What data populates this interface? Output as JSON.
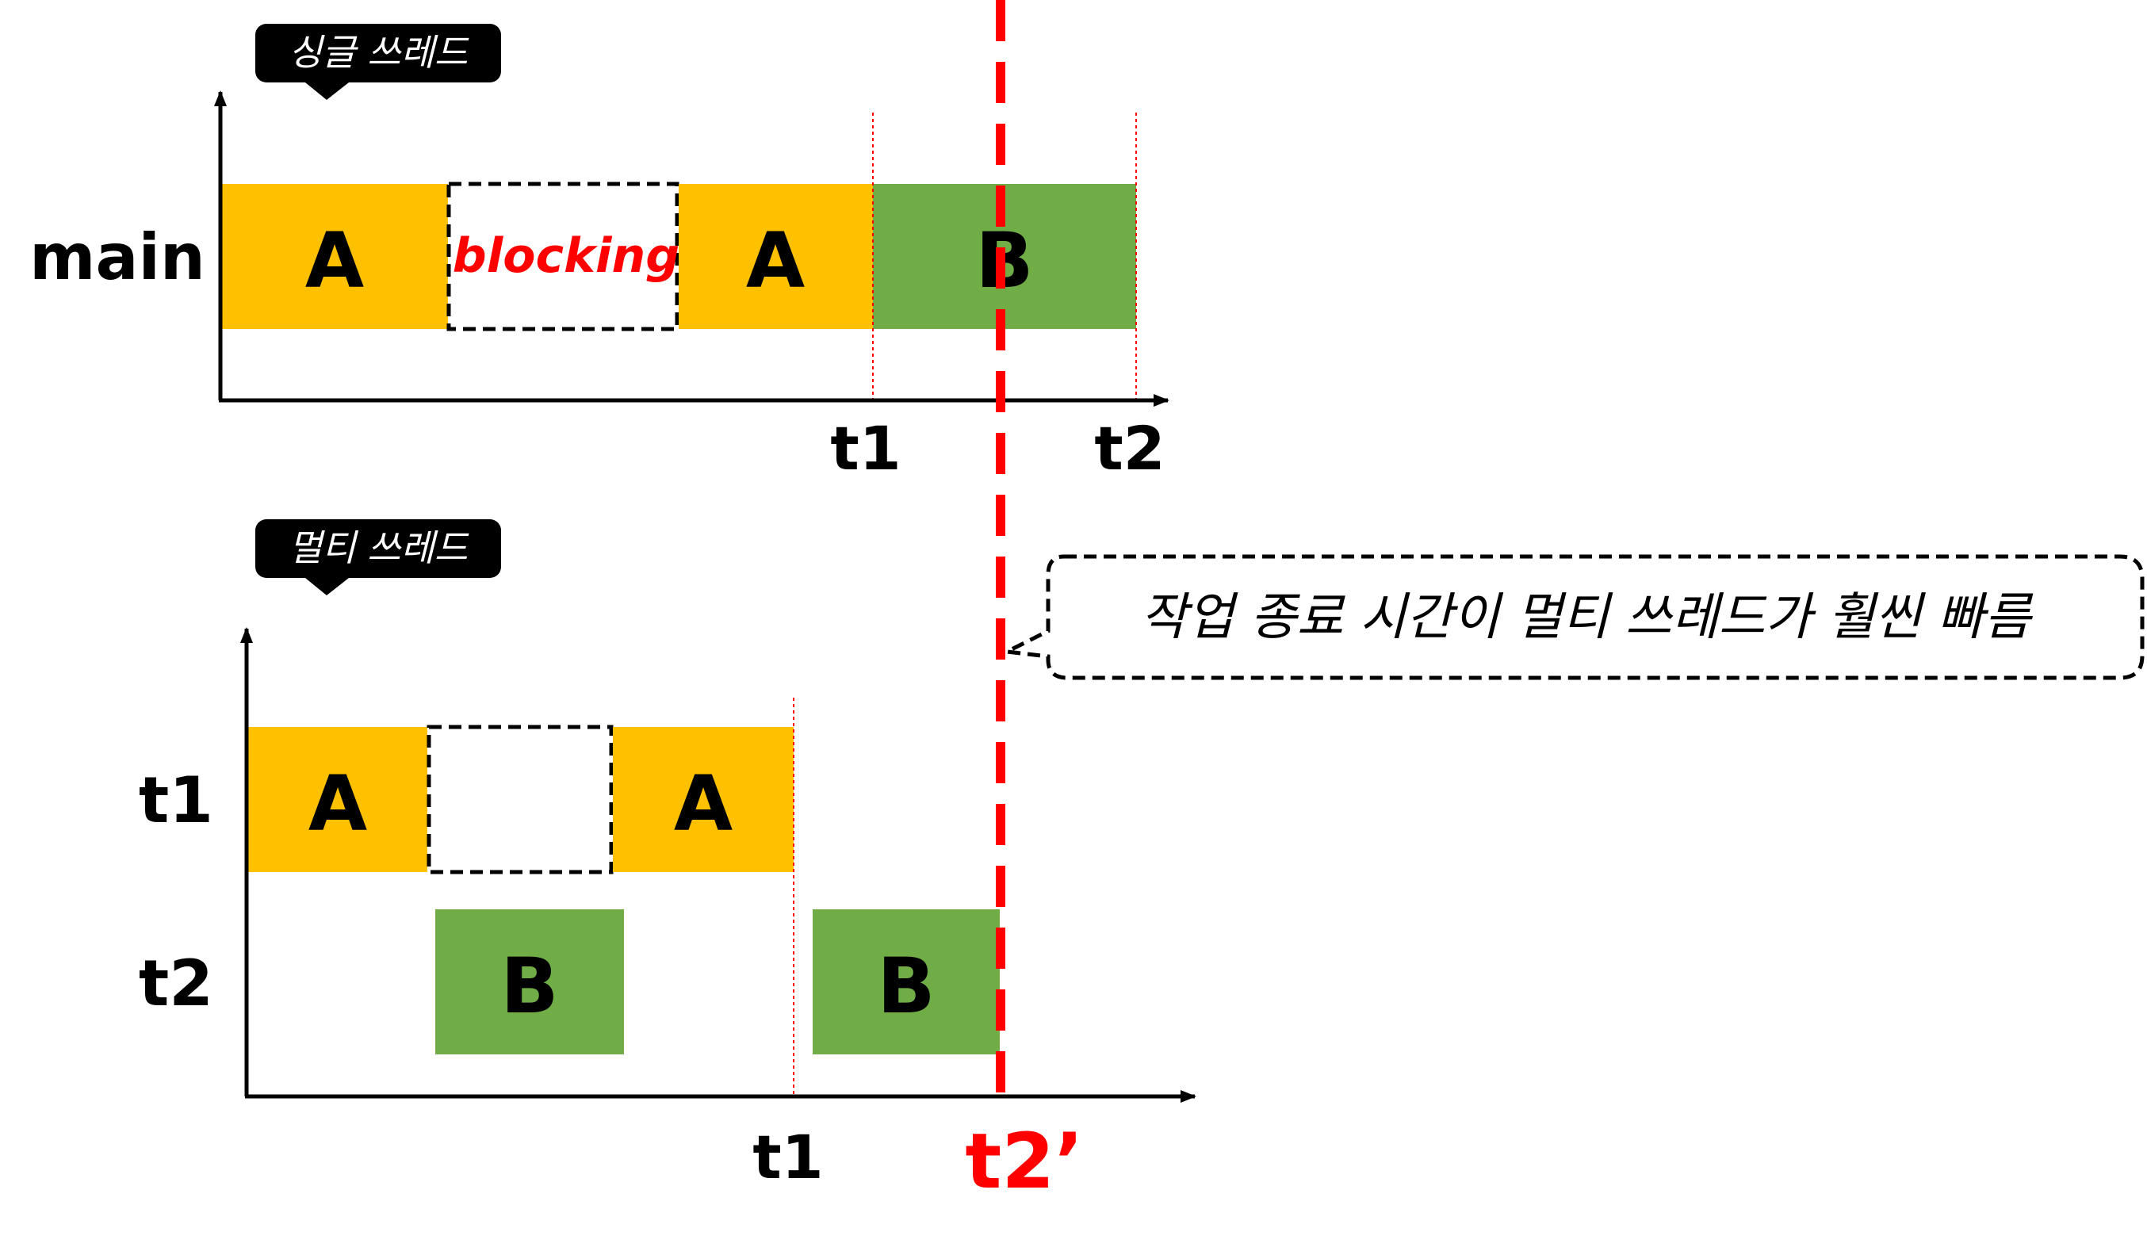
{
  "colors": {
    "task_a": "#FFC000",
    "task_b": "#70AD47",
    "highlight": "#FF0000",
    "axis": "#000000",
    "tag_bg": "#000000"
  },
  "single_thread": {
    "tag": "싱글 쓰레드",
    "row_label": "main",
    "blocks": {
      "a1": "A",
      "blocking": "blocking",
      "a2": "A",
      "b": "B"
    },
    "ticks": {
      "t1": "t1",
      "t2": "t2"
    }
  },
  "multi_thread": {
    "tag": "멀티 쓰레드",
    "row_labels": {
      "t1": "t1",
      "t2": "t2"
    },
    "blocks": {
      "t1_a1": "A",
      "t1_a2": "A",
      "t2_b1": "B",
      "t2_b2": "B"
    },
    "ticks": {
      "t1": "t1",
      "t2_prime": "t2’"
    }
  },
  "callout": "작업 종료 시간이 멀티 쓰레드가 훨씬 빠름"
}
